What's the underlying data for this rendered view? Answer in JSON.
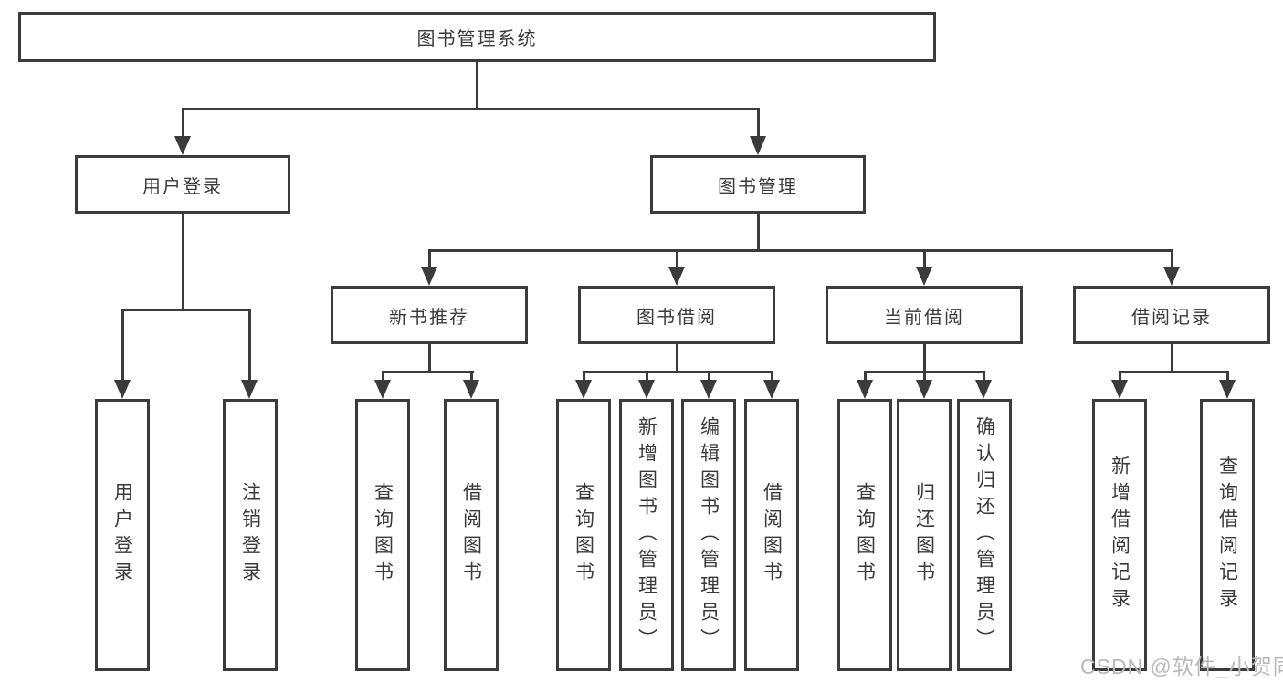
{
  "diagram": {
    "root": {
      "label": "图书管理系统"
    },
    "level2": [
      {
        "id": "user-login",
        "label": "用户登录"
      },
      {
        "id": "book-management",
        "label": "图书管理"
      }
    ],
    "level3": [
      {
        "id": "new-book-recommendation",
        "label": "新书推荐",
        "parent": "图书管理"
      },
      {
        "id": "book-borrowing",
        "label": "图书借阅",
        "parent": "图书管理"
      },
      {
        "id": "current-borrowing",
        "label": "当前借阅",
        "parent": "图书管理"
      },
      {
        "id": "borrowing-records",
        "label": "借阅记录",
        "parent": "图书管理"
      }
    ],
    "leaves": [
      {
        "label": "用户登录",
        "parent": "用户登录"
      },
      {
        "label": "注销登录",
        "parent": "用户登录"
      },
      {
        "label": "查询图书",
        "parent": "新书推荐"
      },
      {
        "label": "借阅图书",
        "parent": "新书推荐"
      },
      {
        "label": "查询图书",
        "parent": "图书借阅"
      },
      {
        "label": "新增图书（管理员）",
        "parent": "图书借阅"
      },
      {
        "label": "编辑图书（管理员）",
        "parent": "图书借阅"
      },
      {
        "label": "借阅图书",
        "parent": "图书借阅"
      },
      {
        "label": "查询图书",
        "parent": "当前借阅"
      },
      {
        "label": "归还图书",
        "parent": "当前借阅"
      },
      {
        "label": "确认归还（管理员）",
        "parent": "当前借阅"
      },
      {
        "label": "新增借阅记录",
        "parent": "借阅记录"
      },
      {
        "label": "查询借阅记录",
        "parent": "借阅记录"
      }
    ]
  },
  "watermark": {
    "text": "CSDN @软件_小贺同学"
  },
  "colors": {
    "line": "#3b3b3b",
    "text": "#3a3a3a",
    "background": "#ffffff",
    "watermark": "#b9b9b9"
  }
}
